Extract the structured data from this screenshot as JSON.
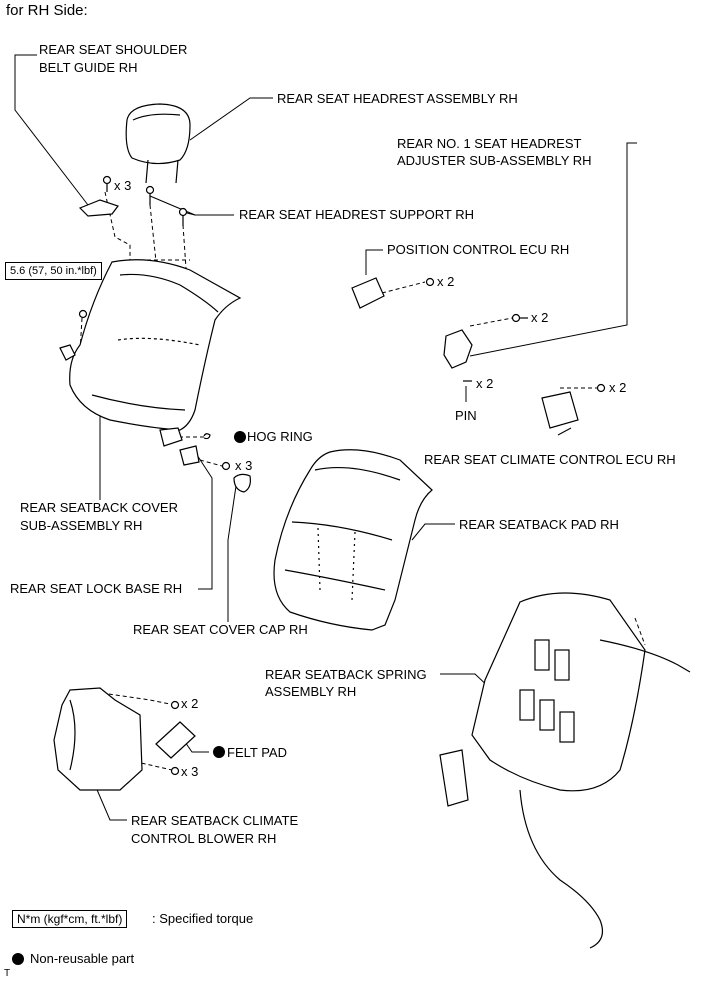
{
  "header": {
    "title": "for RH Side:"
  },
  "labels": {
    "shoulder_belt_guide": [
      "REAR SEAT SHOULDER",
      "BELT GUIDE RH"
    ],
    "headrest_assembly": "REAR SEAT HEADREST ASSEMBLY RH",
    "headrest_adjuster": [
      "REAR NO. 1 SEAT HEADREST",
      "ADJUSTER SUB-ASSEMBLY RH"
    ],
    "headrest_support": "REAR SEAT HEADREST SUPPORT RH",
    "position_control_ecu": "POSITION CONTROL ECU RH",
    "pin": "PIN",
    "climate_control_ecu": "REAR SEAT CLIMATE CONTROL ECU RH",
    "hog_ring": "HOG RING",
    "seatback_cover": [
      "REAR SEATBACK COVER",
      "SUB-ASSEMBLY RH"
    ],
    "seatback_pad": "REAR SEATBACK PAD RH",
    "lock_base": "REAR SEAT LOCK BASE RH",
    "cover_cap": "REAR SEAT COVER CAP RH",
    "spring_assembly": [
      "REAR SEATBACK SPRING",
      "ASSEMBLY RH"
    ],
    "felt_pad": "FELT PAD",
    "climate_blower": [
      "REAR SEATBACK CLIMATE",
      "CONTROL BLOWER RH"
    ]
  },
  "quantities": {
    "belt_guide_bolt": "x 3",
    "ecu_nut": "x 2",
    "adjuster_bolt": "x 2",
    "pin_qty": "x 2",
    "climate_ecu_nut": "x 2",
    "lock_base_bolt": "x 3",
    "blower_bolt": "x 2",
    "blower_nut": "x 3"
  },
  "torque": {
    "value": "5.6 (57, 50 in.*lbf)"
  },
  "legend": {
    "torque_box": "N*m (kgf*cm, ft.*lbf)",
    "torque_text": ": Specified torque",
    "nonreusable_text": "Non-reusable part"
  },
  "footer": {
    "mark": "T"
  }
}
